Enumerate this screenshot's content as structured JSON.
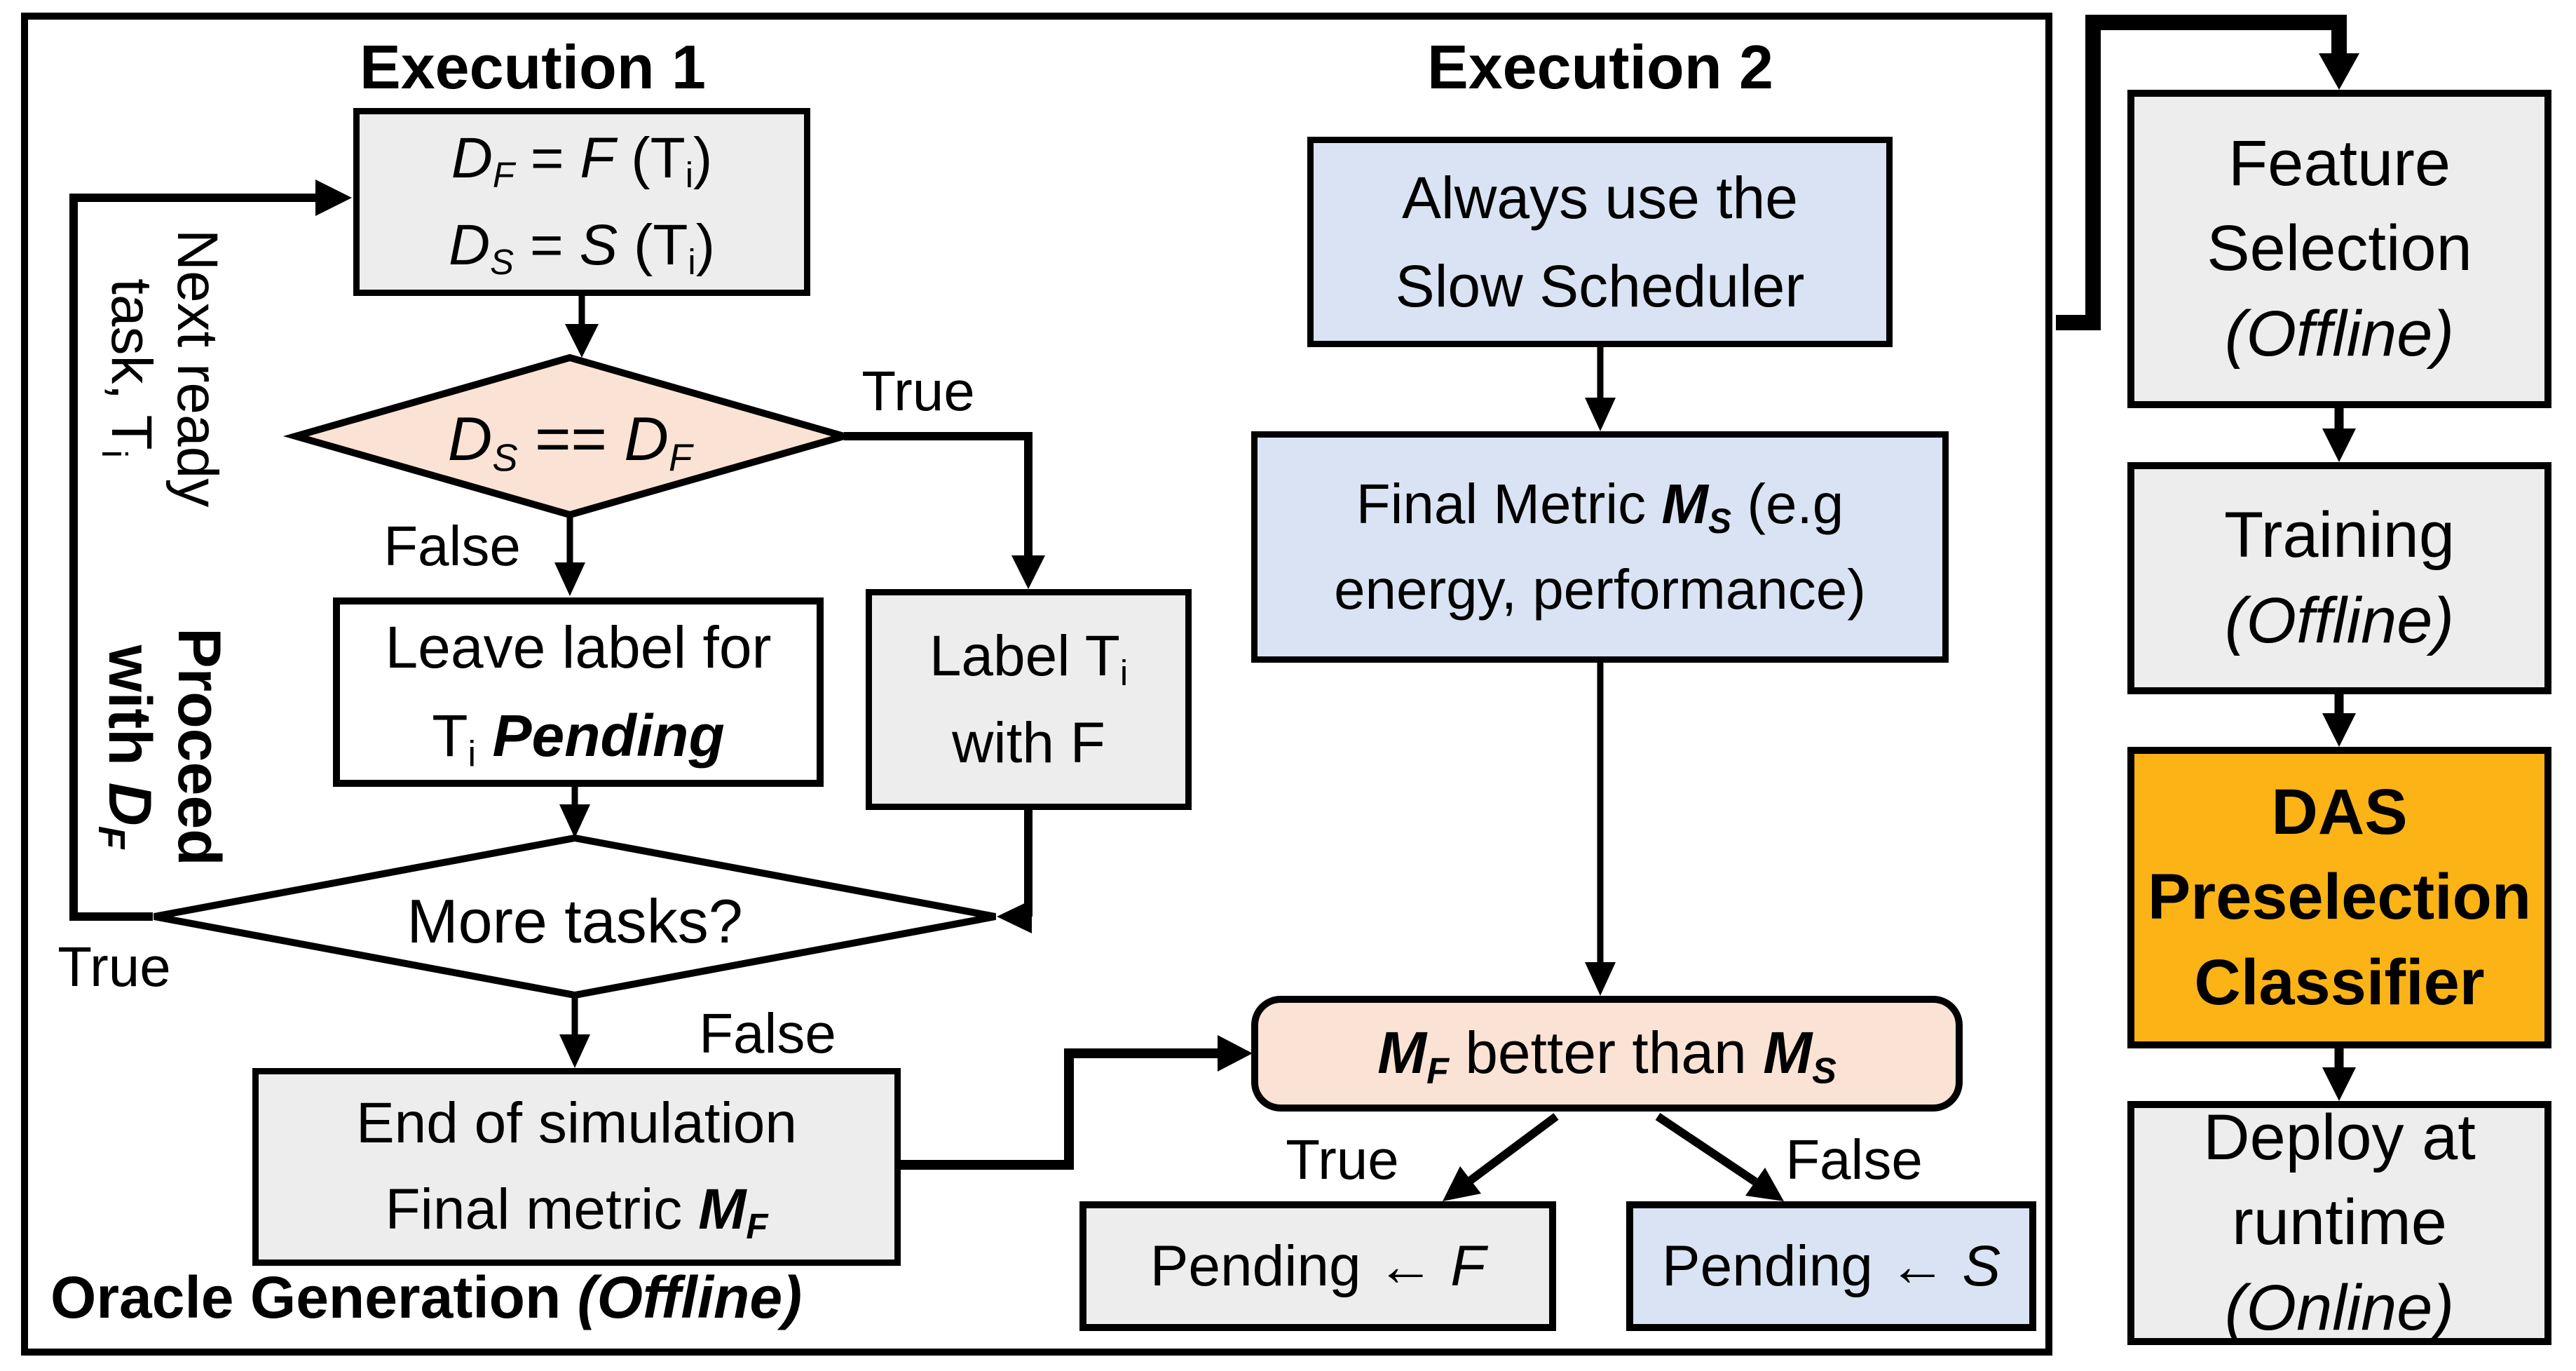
{
  "colors": {
    "box_gray": "#EDEDED",
    "box_blue": "#DAE3F3",
    "box_peach": "#FAE3D4",
    "box_orange": "#FCB316",
    "box_white": "#FFFFFF",
    "line": "#000000"
  },
  "oracle_panel": {
    "exec1_title": "Execution 1",
    "exec2_title": "Execution 2",
    "footer": [
      [
        "Oracle Generation ",
        "b"
      ],
      [
        "(Offline)",
        "bi"
      ]
    ],
    "compute_box": {
      "line1": [
        [
          "D",
          "i"
        ],
        [
          "F",
          "is"
        ],
        [
          " = ",
          "n"
        ],
        [
          "F",
          "i"
        ],
        [
          " (T",
          "n"
        ],
        [
          "i",
          "ns"
        ],
        [
          ")",
          "n"
        ]
      ],
      "line2": [
        [
          "D",
          "i"
        ],
        [
          "S",
          "is"
        ],
        [
          " = ",
          "n"
        ],
        [
          "S",
          "i"
        ],
        [
          " (T",
          "n"
        ],
        [
          "i",
          "ns"
        ],
        [
          ")",
          "n"
        ]
      ]
    },
    "ds_df_diamond": {
      "text": [
        [
          "D",
          "i"
        ],
        [
          "S",
          "is"
        ],
        [
          " == ",
          "n"
        ],
        [
          "D",
          "i"
        ],
        [
          "F",
          "is"
        ]
      ],
      "true_label": "True",
      "false_label": "False"
    },
    "leave_box": {
      "line1": "Leave label for",
      "line2": [
        [
          "T",
          "n"
        ],
        [
          "i",
          "ns"
        ],
        [
          " ",
          "n"
        ],
        [
          "Pending",
          "bi"
        ]
      ]
    },
    "label_box": {
      "line1": [
        [
          "Label T",
          "n"
        ],
        [
          "i",
          "ns"
        ]
      ],
      "line2": "with F"
    },
    "more_diamond": {
      "text": "More tasks?",
      "true_label": "True",
      "false_label": "False"
    },
    "end_box": {
      "line1": "End of simulation",
      "line2": [
        [
          "Final metric ",
          "n"
        ],
        [
          "M",
          "bi"
        ],
        [
          "F",
          "bis"
        ]
      ]
    },
    "loop_label": {
      "line1": "Next ready",
      "line2": [
        [
          "task, T",
          "n"
        ],
        [
          "i",
          "ns"
        ]
      ]
    },
    "proceed_label": {
      "line1": [
        [
          "Proceed",
          "b"
        ]
      ],
      "line2": [
        [
          "with ",
          "b"
        ],
        [
          "D",
          "bi"
        ],
        [
          "F",
          "bis"
        ]
      ]
    },
    "always_box": {
      "line1": "Always use the",
      "line2": "Slow Scheduler"
    },
    "metric_box": {
      "line1": [
        [
          "Final Metric ",
          "n"
        ],
        [
          "M",
          "bi"
        ],
        [
          "S",
          "bis"
        ],
        [
          " (e.g",
          "n"
        ]
      ],
      "line2": "energy, performance)"
    },
    "compare_box": {
      "text": [
        [
          "M",
          "bi"
        ],
        [
          "F",
          "bis"
        ],
        [
          " better than ",
          "n"
        ],
        [
          "M",
          "bi"
        ],
        [
          "S",
          "bis"
        ]
      ],
      "true_label": "True",
      "false_label": "False"
    },
    "pending_f_box": {
      "text": [
        [
          "Pending ",
          "n"
        ],
        [
          "← ",
          "n"
        ],
        [
          "F",
          "i"
        ]
      ]
    },
    "pending_s_box": {
      "text": [
        [
          "Pending ",
          "n"
        ],
        [
          "← ",
          "n"
        ],
        [
          "S",
          "i"
        ]
      ]
    }
  },
  "pipeline_panel": {
    "feature_box": {
      "line1": "Feature",
      "line2": "Selection",
      "line3": [
        [
          "(Offline)",
          "i"
        ]
      ]
    },
    "training_box": {
      "line1": "Training",
      "line2": [
        [
          "(Offline)",
          "i"
        ]
      ]
    },
    "das_box": {
      "line1": "DAS",
      "line2": "Preselection",
      "line3": "Classifier"
    },
    "deploy_box": {
      "line1": "Deploy at",
      "line2": "runtime",
      "line3": [
        [
          "(Online)",
          "i"
        ]
      ]
    }
  }
}
